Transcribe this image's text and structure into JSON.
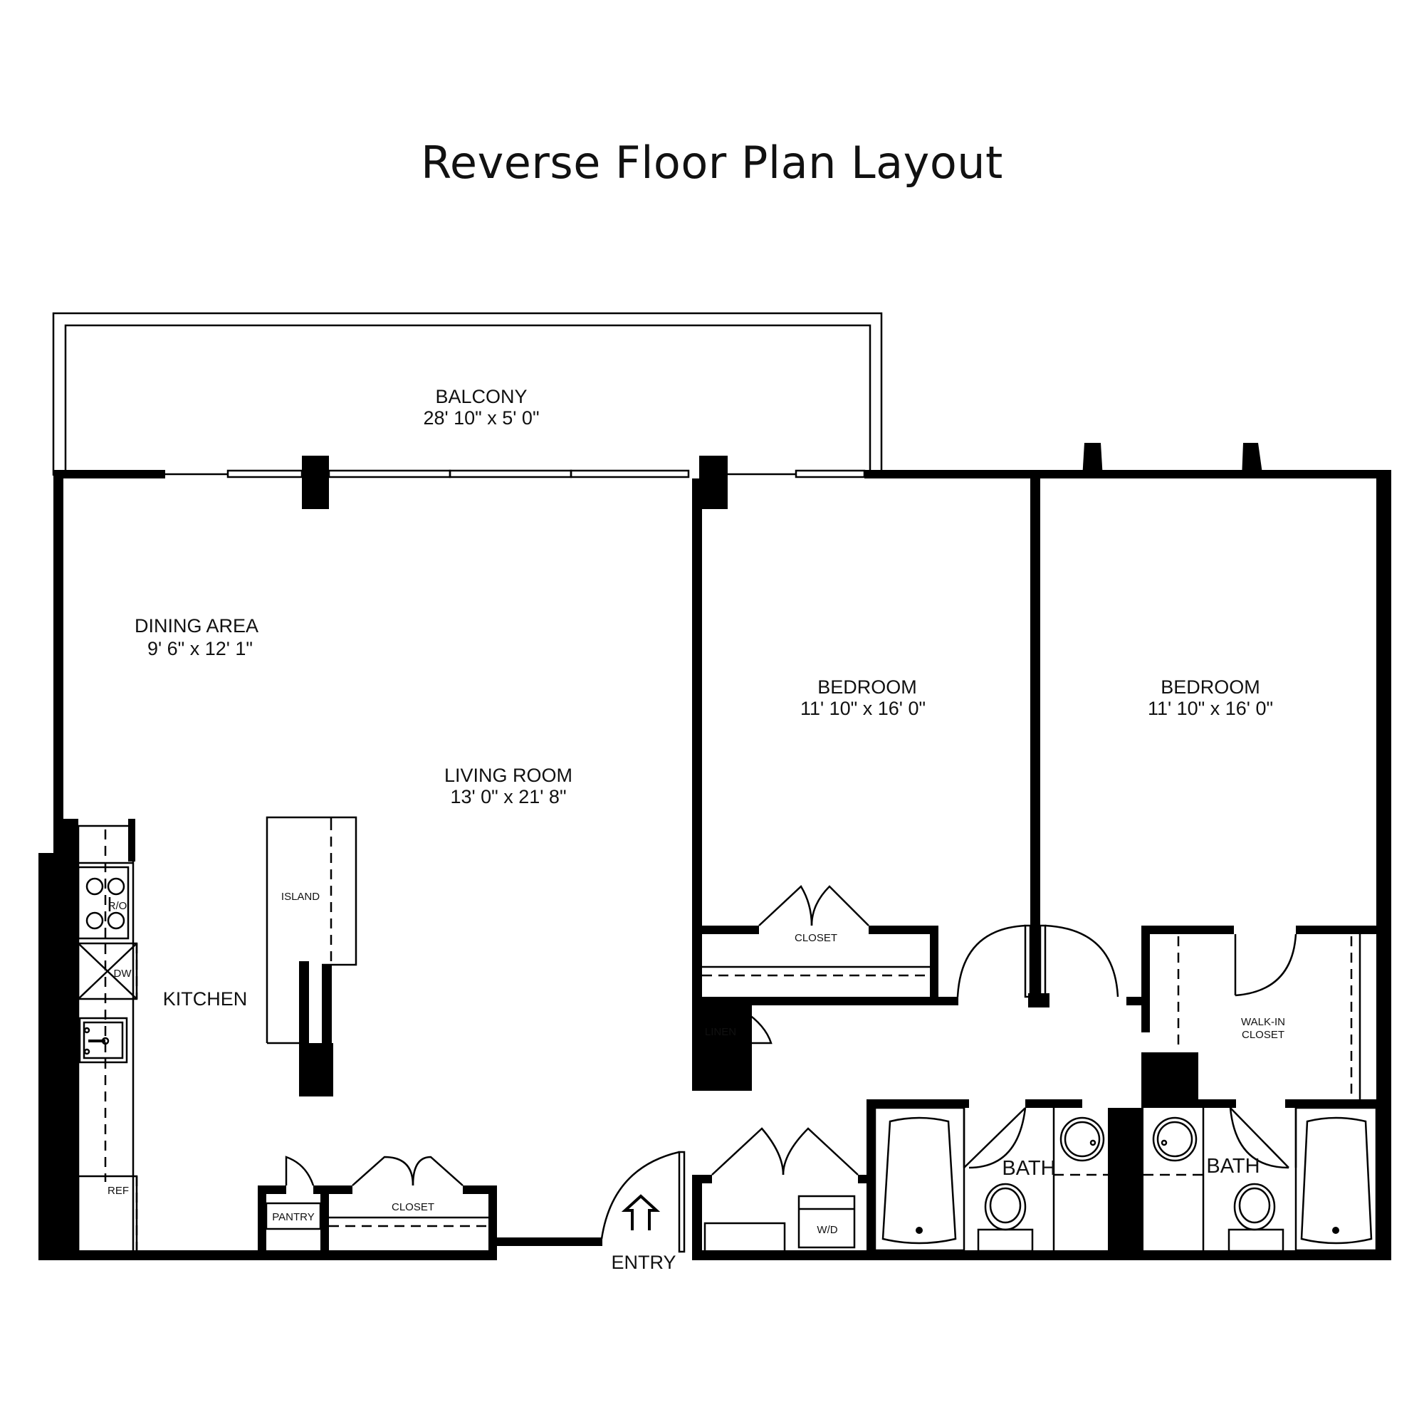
{
  "title": "Reverse Floor Plan Layout",
  "rooms": {
    "balcony": {
      "name": "BALCONY",
      "dims": "28' 10\" x 5' 0\""
    },
    "dining": {
      "name": "DINING AREA",
      "dims": "9' 6\" x 12' 1\""
    },
    "living": {
      "name": "LIVING ROOM",
      "dims": "13' 0\" x 21' 8\""
    },
    "bedroom1": {
      "name": "BEDROOM",
      "dims": "11' 10\" x 16' 0\""
    },
    "bedroom2": {
      "name": "BEDROOM",
      "dims": "11' 10\" x 16' 0\""
    },
    "kitchen": {
      "name": "KITCHEN"
    },
    "bath1": {
      "name": "BATH"
    },
    "bath2": {
      "name": "BATH"
    }
  },
  "fixtures": {
    "island": "ISLAND",
    "range": "R/O",
    "dishwasher": "DW",
    "refrigerator": "REF",
    "pantry": "PANTRY",
    "closet_entry": "CLOSET",
    "closet_bedroom": "CLOSET",
    "linen": "LINEN",
    "walkin_line1": "WALK-IN",
    "walkin_line2": "CLOSET",
    "washer_dryer": "W/D"
  },
  "entry": "ENTRY"
}
